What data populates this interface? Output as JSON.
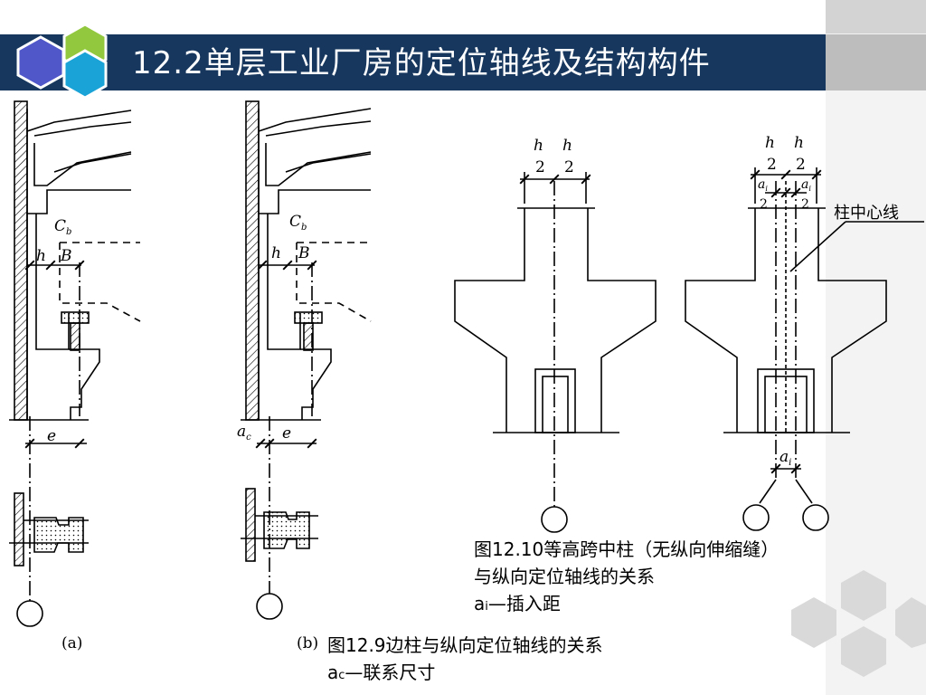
{
  "title": "12.2单层工业厂房的定位轴线及结构构件",
  "labels": {
    "cb": "C",
    "cb_sub": "b",
    "h": "h",
    "b": "B",
    "e": "e",
    "ac": "a",
    "ac_sub": "c",
    "ai": "a",
    "ai_sub": "i",
    "h_half_num": "h",
    "half_den": "2",
    "panel_a": "(a)",
    "panel_b": "(b)",
    "column_center_line": "柱中心线"
  },
  "captions": {
    "fig12_10_line1": "图12.10等高跨中柱（无纵向伸缩缝）",
    "fig12_10_line2": "与纵向定位轴线的关系",
    "fig12_10_line3_a": "a",
    "fig12_10_line3_sub": "i",
    "fig12_10_line3_rest": "—插入距",
    "fig12_9_line1": "图12.9边柱与纵向定位轴线的关系",
    "fig12_9_line2_a": "a",
    "fig12_9_line2_sub": "c",
    "fig12_9_line2_rest": "—联系尺寸"
  },
  "colors": {
    "title_bar": "#17375e",
    "hex_blue": "#4f57c9",
    "hex_green": "#92c83e",
    "hex_teal": "#1aa3d6",
    "hex_grey": "#d9d9d9"
  },
  "icons": [
    "hexagon-logo-icon",
    "hexagon-decoration-icon"
  ]
}
